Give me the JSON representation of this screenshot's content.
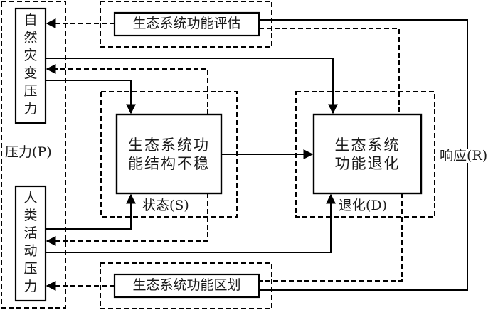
{
  "diagram": {
    "type": "PSDR framework flowchart",
    "groups": {
      "pressure": {
        "label": "压力(P)"
      },
      "state": {
        "label": "状态(S)"
      },
      "degradation": {
        "label": "退化(D)"
      },
      "response": {
        "label": "响应(R)"
      }
    },
    "nodes": {
      "natural_pressure": {
        "label": "自然灾变压力"
      },
      "human_pressure": {
        "label": "人类活动压力"
      },
      "state_box": {
        "line1": "生态系统功",
        "line2": "能结构不稳"
      },
      "degradation_box": {
        "line1": "生态系统",
        "line2": "功能退化"
      },
      "evaluation": {
        "label": "生态系统功能评估"
      },
      "zoning": {
        "label": "生态系统功能区划"
      }
    },
    "edges": [
      {
        "from": "natural_pressure",
        "to": "state_box",
        "style": "solid"
      },
      {
        "from": "natural_pressure",
        "to": "degradation_box",
        "style": "solid"
      },
      {
        "from": "human_pressure",
        "to": "state_box",
        "style": "solid"
      },
      {
        "from": "human_pressure",
        "to": "degradation_box",
        "style": "solid"
      },
      {
        "from": "state_box",
        "to": "degradation_box",
        "style": "solid"
      },
      {
        "from": "evaluation",
        "to": "natural_pressure",
        "style": "dashed"
      },
      {
        "from": "state_box",
        "to": "natural_pressure",
        "style": "dashed"
      },
      {
        "from": "state_box",
        "to": "human_pressure",
        "style": "dashed"
      },
      {
        "from": "zoning",
        "to": "human_pressure",
        "style": "dashed"
      },
      {
        "from": "evaluation",
        "to": "degradation_box",
        "style": "dashed"
      },
      {
        "from": "degradation_box",
        "to": "zoning",
        "style": "dashed"
      },
      {
        "from": "evaluation",
        "to": "response",
        "style": "solid"
      },
      {
        "from": "zoning",
        "to": "response",
        "style": "solid"
      }
    ]
  }
}
